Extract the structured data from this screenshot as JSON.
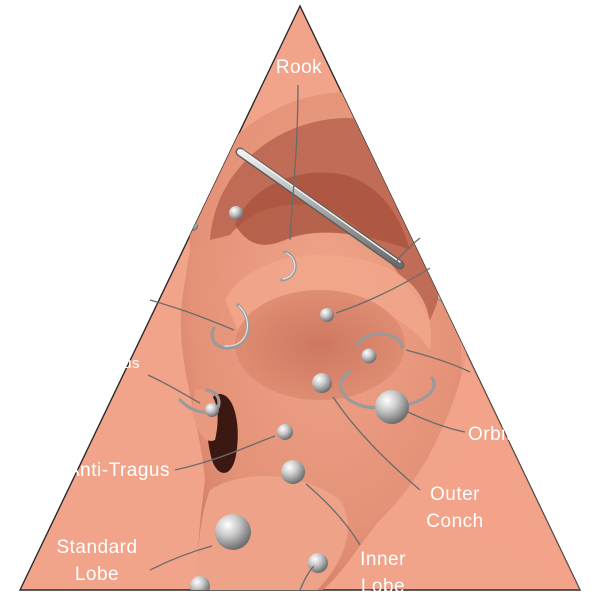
{
  "colors": {
    "background": "#ffffff",
    "triangle_fill": "#f2a48a",
    "ear_skin": "#e8977b",
    "ear_shadow": "#b65a45",
    "label_text": "#ffffff",
    "jewelry": "#b5b5b5"
  },
  "labels": {
    "rook": "Rook",
    "tragus": "Tragus",
    "anti_tragus": "Anti-Tragus",
    "standard_lobe_line1": "Standard",
    "standard_lobe_line2": "Lobe",
    "inner_lobe_line1": "Inner",
    "inner_lobe_line2": "Lobe",
    "outer_conch_line1": "Outer",
    "outer_conch_line2": "Conch",
    "orbital": "Orbital"
  }
}
